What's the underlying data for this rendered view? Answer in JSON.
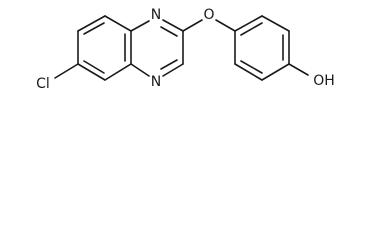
{
  "molecule": {
    "atoms": {
      "chlorine": "Cl",
      "nitrogen_top": "N",
      "nitrogen_bottom": "N",
      "oxygen_ether": "O",
      "hydroxyl": "OH"
    }
  }
}
